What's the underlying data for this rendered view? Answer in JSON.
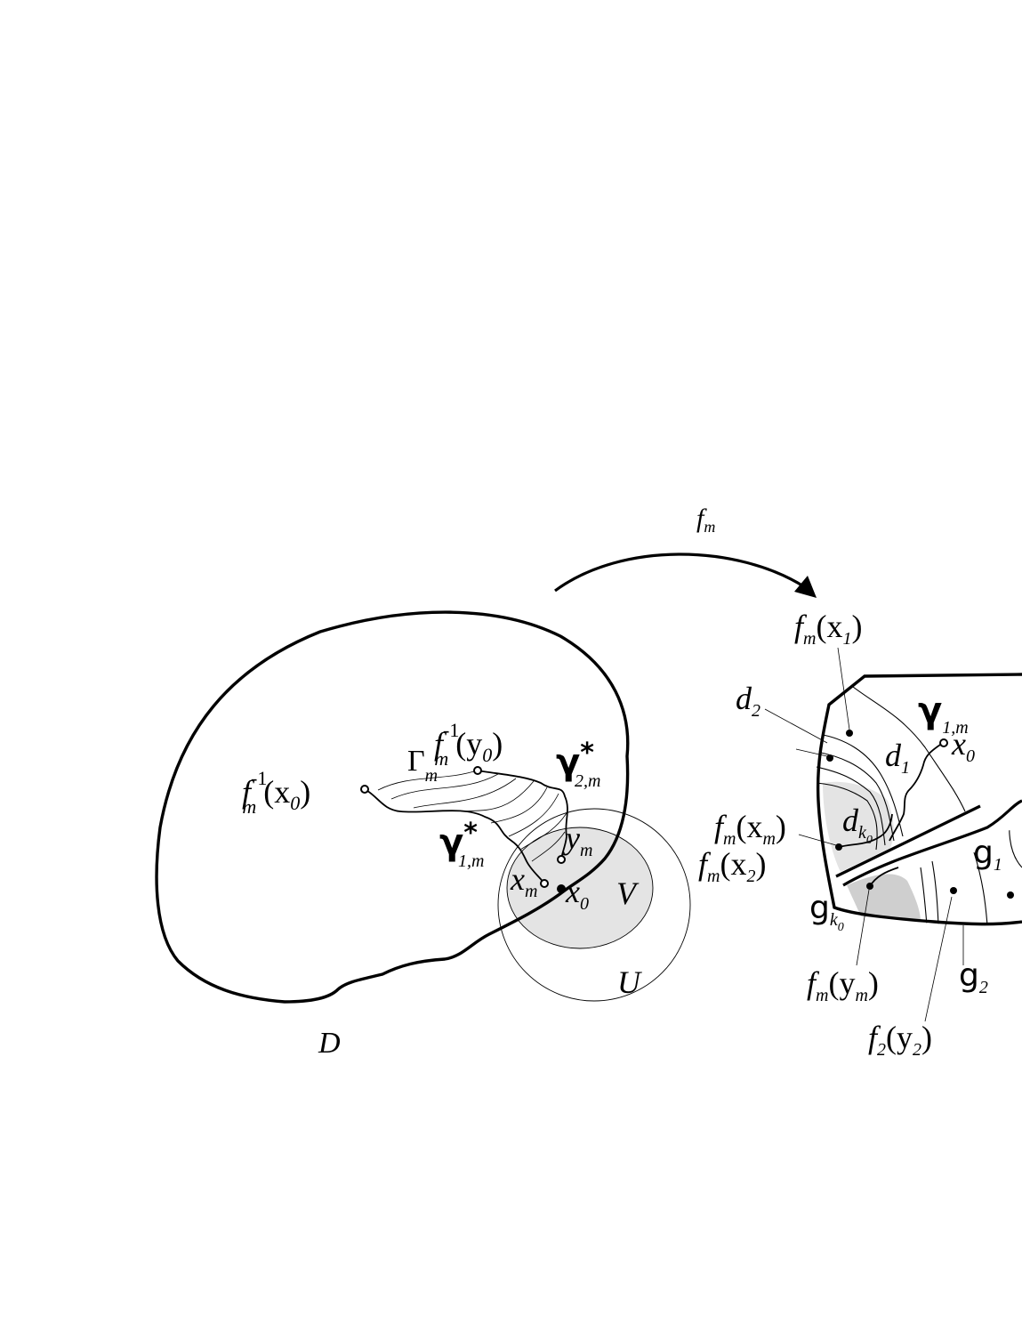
{
  "map_label": {
    "f": "f",
    "sub": "m"
  },
  "left": {
    "domain_label": "D",
    "U": "U",
    "V": "V",
    "finv_x0": {
      "f": "f",
      "sub": "m",
      "sup": "-1",
      "arg": "(x",
      "argsub": "0",
      "close": ")"
    },
    "finv_y0": {
      "f": "f",
      "sub": "m",
      "sup": "-1",
      "arg": "(y",
      "argsub": "0",
      "close": ")"
    },
    "Gamma": {
      "main": "Γ",
      "sub": "m"
    },
    "gamma2": {
      "main": "γ",
      "sup": "*",
      "sub": "2,m"
    },
    "gamma1": {
      "main": "γ",
      "sup": "*",
      "sub": "1,m"
    },
    "ym": {
      "main": "y",
      "sub": "m"
    },
    "xm": {
      "main": "x",
      "sub": "m"
    },
    "x0": {
      "main": "x",
      "sub": "0"
    }
  },
  "right": {
    "fm_x1": {
      "f": "f",
      "sub": "m",
      "arg": "(x",
      "argsub": "1",
      "close": ")"
    },
    "d2": {
      "main": "d",
      "sub": "2"
    },
    "gamma1m": {
      "main": "γ",
      "sub": "1,m"
    },
    "x0": {
      "main": "x",
      "sub": "0"
    },
    "d1": {
      "main": "d",
      "sub": "1"
    },
    "dk0": {
      "main": "d",
      "sub": "k",
      "subsub": "0"
    },
    "fm_xm": {
      "f": "f",
      "sub": "m",
      "arg": "(x",
      "argsub": "m",
      "close": ")"
    },
    "fm_x2": {
      "f": "f",
      "sub": "m",
      "arg": "(x",
      "argsub": "2",
      "close": ")"
    },
    "g1": {
      "main": "g",
      "sub": "1"
    },
    "gk0": {
      "main": "g",
      "sub": "k",
      "subsub": "0"
    },
    "fm_ym": {
      "f": "f",
      "sub": "m",
      "arg": "(y",
      "argsub": "m",
      "close": ")"
    },
    "g2": {
      "main": "g",
      "sub": "2"
    },
    "f2_y2": {
      "f": "f",
      "sub": "2",
      "arg": "(y",
      "argsub": "2",
      "close": ")"
    }
  }
}
